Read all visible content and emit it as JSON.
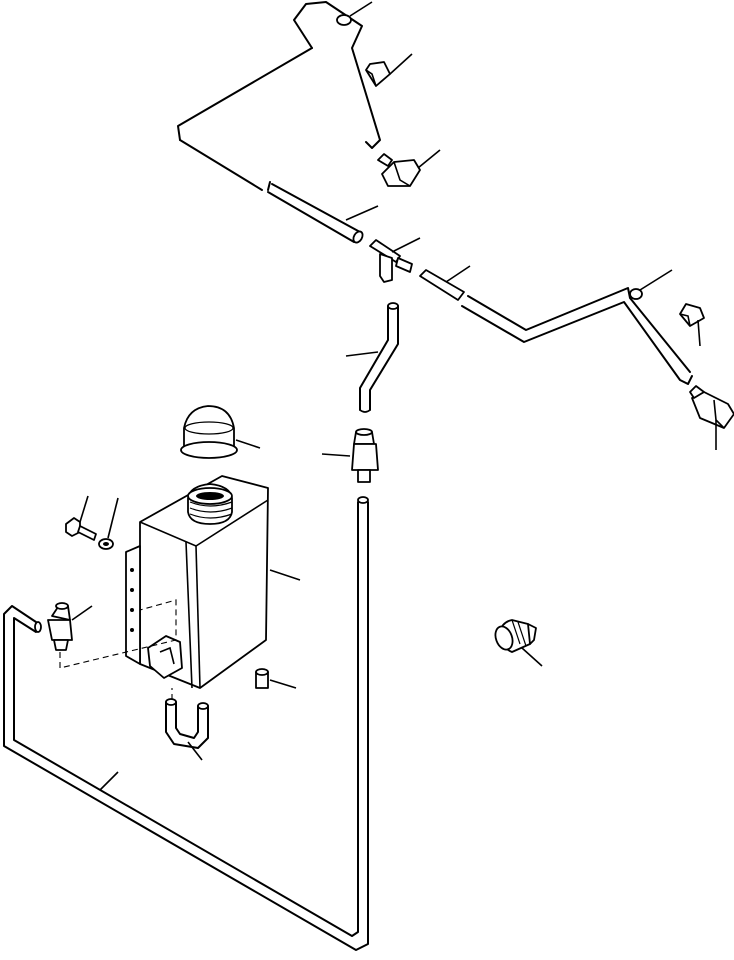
{
  "diagram": {
    "parts": [
      "hose-clamp",
      "nozzle-cap",
      "washer-nozzle-upper",
      "hose-upper-left",
      "tee-joint",
      "hose-upper-right",
      "hose-clamp-right",
      "nozzle-cap-right",
      "washer-nozzle-right",
      "hose-vertical-short",
      "check-valve",
      "tank-cap",
      "washer-tank",
      "bolt",
      "washer",
      "pump-valve",
      "drain-plug",
      "hose-u-bend",
      "hose-long-lower",
      "washer-motor"
    ]
  }
}
